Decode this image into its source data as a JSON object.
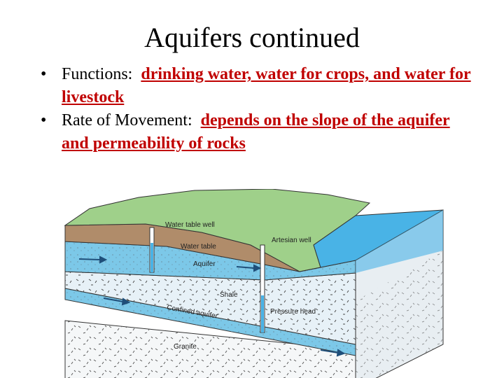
{
  "slide": {
    "title": "Aquifers continued",
    "bullets": [
      {
        "label": "Functions:",
        "highlight": "drinking water, water for crops, and water for livestock"
      },
      {
        "label": "Rate of Movement:",
        "highlight": "depends on the slope of the aquifer and permeability of rocks"
      }
    ],
    "colors": {
      "highlight": "#c00000",
      "land": "#9fd08a",
      "soil": "#b08c6a",
      "aquifer": "#7cc8e8",
      "shale": "#e7f1f7",
      "water": "#49b3e6",
      "granite": "#f5f7f8"
    }
  },
  "diagram": {
    "labels": {
      "water_table_well": "Water table well",
      "artesian_well": "Artesian well",
      "water_table": "Water table",
      "aquifer": "Aquifer",
      "shale": "Shale",
      "confined_aquifer": "Confined aquifer",
      "pressure_head": "Pressure head",
      "granite": "Granite"
    }
  }
}
